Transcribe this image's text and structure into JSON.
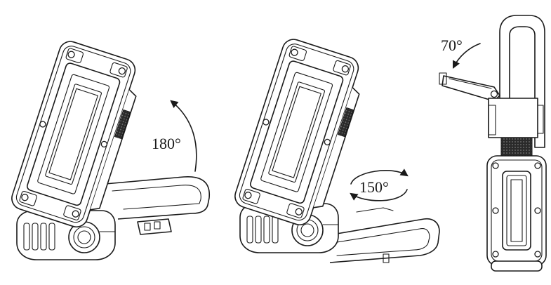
{
  "figures": [
    {
      "id": "tilt",
      "angle_label": "180°"
    },
    {
      "id": "rotate",
      "angle_label": "150°"
    },
    {
      "id": "hook",
      "angle_label": "70°"
    }
  ],
  "colors": {
    "line": "#1a1a1a",
    "background": "#ffffff",
    "grip": "#333333"
  }
}
